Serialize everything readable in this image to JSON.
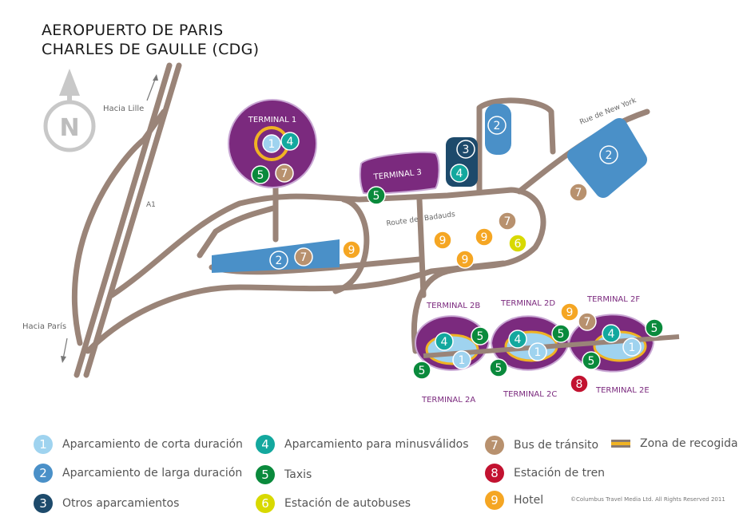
{
  "title": {
    "line1": "AEROPUERTO DE PARIS",
    "line2": "CHARLES DE GAULLE (CDG)"
  },
  "compass": {
    "label": "N",
    "icon": "north-arrow-icon"
  },
  "roads": {
    "lille": "Hacia Lille",
    "paris": "Hacia París",
    "a1": "A1",
    "badauds": "Route des Badauds",
    "newyork": "Rue de New York"
  },
  "terminals": {
    "t1": "TERMINAL 1",
    "t3": "TERMINAL 3",
    "t2a": "TERMINAL 2A",
    "t2b": "TERMINAL 2B",
    "t2c": "TERMINAL 2C",
    "t2d": "TERMINAL 2D",
    "t2e": "TERMINAL 2E",
    "t2f": "TERMINAL 2F"
  },
  "legend": [
    {
      "num": "1",
      "label": "Aparcamiento de corta duración",
      "color": "#9fd3ef"
    },
    {
      "num": "2",
      "label": "Aparcamiento de larga duración",
      "color": "#4a90c8"
    },
    {
      "num": "3",
      "label": "Otros aparcamientos",
      "color": "#1d4a6b"
    },
    {
      "num": "4",
      "label": "Aparcamiento para minusválidos",
      "color": "#13a89e"
    },
    {
      "num": "5",
      "label": "Taxis",
      "color": "#0a8a3c"
    },
    {
      "num": "6",
      "label": "Estación de autobuses",
      "color": "#d8d900"
    },
    {
      "num": "7",
      "label": "Bus de tránsito",
      "color": "#b8916e"
    },
    {
      "num": "8",
      "label": "Estación de tren",
      "color": "#c21230"
    },
    {
      "num": "9",
      "label": "Hotel",
      "color": "#f5a623"
    },
    {
      "num": "",
      "label": "Zona de recogida",
      "color": "#f0b323"
    }
  ],
  "copyright": "©Columbus Travel Media Ltd. All Rights Reserved 2011",
  "colors": {
    "road": "#9a8478",
    "terminal": "#7b2a7e",
    "short": "#9fd3ef",
    "long": "#4a90c8",
    "other": "#1d4a6b",
    "disabled": "#13a89e",
    "taxi": "#0a8a3c",
    "bus": "#d8d900",
    "transit": "#b8916e",
    "train": "#c21230",
    "hotel": "#f5a623"
  }
}
